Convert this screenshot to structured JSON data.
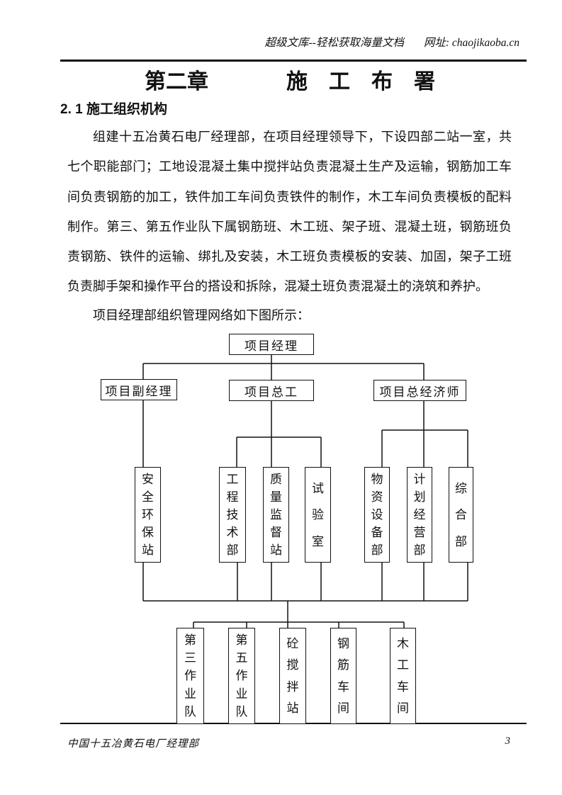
{
  "header": {
    "brand": "超级文库--轻松获取海量文档",
    "address": "网址: chaojikaoba.cn"
  },
  "title": {
    "chapter": "第二章",
    "name": "施　工　布　署"
  },
  "section": {
    "heading": "2. 1 施工组织机构"
  },
  "body": {
    "lines": [
      "组建十五冶黄石电厂经理部，在项目经理领导下，下设四部二站一室，共",
      "七个职能部门；工地设混凝土集中搅拌站负责混凝土生产及运输，钢筋加工车",
      "间负责钢筋的加工，铁件加工车间负责铁件的制作，木工车间负责模板的配料",
      "制作。第三、第五作业队下属钢筋班、木工班、架子班、混凝土班，钢筋班负",
      "责钢筋、铁件的运输、绑扎及安装，木工班负责模板的安装、加固，架子工班",
      "负责脚手架和操作平台的搭设和拆除，混凝土班负责混凝土的浇筑和养护。"
    ]
  },
  "chart": {
    "caption": "项目经理部组织管理网络如下图所示：",
    "root": "项目经理",
    "level2": [
      "项目副经理",
      "项目总工",
      "项目总经济师"
    ],
    "departments": [
      "安全环保站",
      "工程技术部",
      "质量监督站",
      "试验室",
      "物资设备部",
      "计划经营部",
      "综合部"
    ],
    "teams": [
      "第三作业队",
      "第五作业队",
      "砼搅拌站",
      "钢筋车间",
      "木工车间"
    ]
  },
  "footer": {
    "left": "中国十五冶黄石电厂经理部",
    "page": "3"
  }
}
